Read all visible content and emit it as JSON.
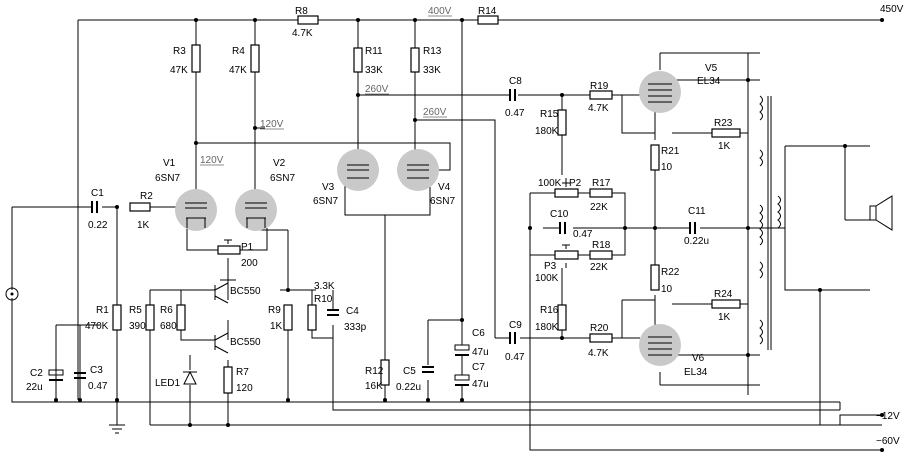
{
  "supply": {
    "hv": "450V",
    "neg12": "−12V",
    "neg60": "−60V",
    "tap400": "400V"
  },
  "voltages": {
    "v260a": "260V",
    "v260b": "260V",
    "v120a": "120V",
    "v120b": "120V"
  },
  "tubes": {
    "v1": {
      "name": "V1",
      "type": "6SN7"
    },
    "v2": {
      "name": "V2",
      "type": "6SN7"
    },
    "v3": {
      "name": "V3",
      "type": "6SN7"
    },
    "v4": {
      "name": "V4",
      "type": "6SN7"
    },
    "v5": {
      "name": "V5",
      "type": "EL34"
    },
    "v6": {
      "name": "V6",
      "type": "EL34"
    }
  },
  "resistors": {
    "r1": {
      "name": "R1",
      "value": "470K"
    },
    "r2": {
      "name": "R2",
      "value": "1K"
    },
    "r3": {
      "name": "R3",
      "value": "47K"
    },
    "r4": {
      "name": "R4",
      "value": "47K"
    },
    "r5": {
      "name": "R5",
      "value": "390"
    },
    "r6": {
      "name": "R6",
      "value": "680"
    },
    "r7": {
      "name": "R7",
      "value": "120"
    },
    "r8": {
      "name": "R8",
      "value": "4.7K"
    },
    "r9": {
      "name": "R9",
      "value": "1K"
    },
    "r10": {
      "name": "R10",
      "value": "3.3K"
    },
    "r11": {
      "name": "R11",
      "value": "33K"
    },
    "r12": {
      "name": "R12",
      "value": "16K"
    },
    "r13": {
      "name": "R13",
      "value": "33K"
    },
    "r14": {
      "name": "R14",
      "value": ""
    },
    "r15": {
      "name": "R15",
      "value": "180K"
    },
    "r16": {
      "name": "R16",
      "value": "180K"
    },
    "r17": {
      "name": "R17",
      "value": "22K"
    },
    "r18": {
      "name": "R18",
      "value": "22K"
    },
    "r19": {
      "name": "R19",
      "value": "4.7K"
    },
    "r20": {
      "name": "R20",
      "value": "4.7K"
    },
    "r21": {
      "name": "R21",
      "value": "10"
    },
    "r22": {
      "name": "R22",
      "value": "10"
    },
    "r23": {
      "name": "R23",
      "value": "1K"
    },
    "r24": {
      "name": "R24",
      "value": "1K"
    }
  },
  "pots": {
    "p1": {
      "name": "P1",
      "value": "200"
    },
    "p2": {
      "name": "P2",
      "value": "100K"
    },
    "p3": {
      "name": "P3",
      "value": "100K"
    }
  },
  "capacitors": {
    "c1": {
      "name": "C1",
      "value": "0.22"
    },
    "c2": {
      "name": "C2",
      "value": "22u"
    },
    "c3": {
      "name": "C3",
      "value": "0.47"
    },
    "c4": {
      "name": "C4",
      "value": "333p"
    },
    "c5": {
      "name": "C5",
      "value": "0.22u"
    },
    "c6": {
      "name": "C6",
      "value": "47u"
    },
    "c7": {
      "name": "C7",
      "value": "47u"
    },
    "c8": {
      "name": "C8",
      "value": "0.47"
    },
    "c9": {
      "name": "C9",
      "value": "0.47"
    },
    "c10": {
      "name": "C10",
      "value": "0.47"
    },
    "c11": {
      "name": "C11",
      "value": "0.22u"
    }
  },
  "semis": {
    "q1": "BC550",
    "q2": "BC550",
    "led": "LED1"
  }
}
